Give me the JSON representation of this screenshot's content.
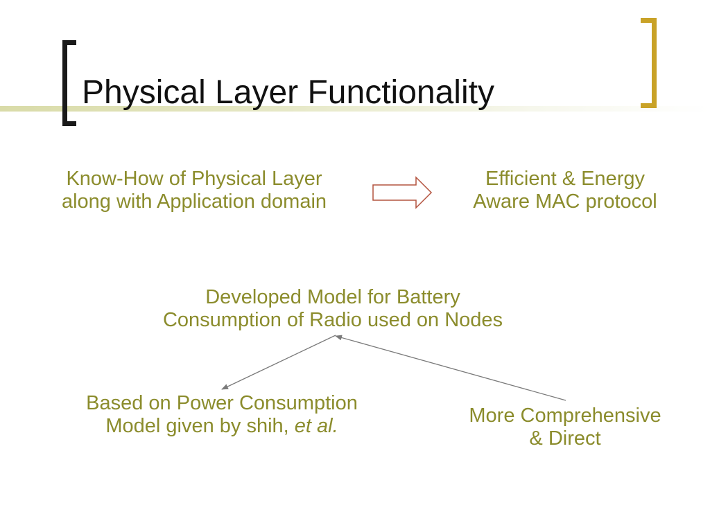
{
  "slide": {
    "title": "Physical Layer Functionality"
  },
  "colors": {
    "text": "#8b8c2c",
    "title": "#111111",
    "left_bracket": "#1a1a1a",
    "right_bracket": "#c9a227",
    "arrow_outline": "#b4533f",
    "connector": "#7a7a7a"
  },
  "nodes": {
    "know_how": {
      "line1": "Know-How of Physical Layer",
      "line2": "along with Application domain"
    },
    "efficient": {
      "line1": "Efficient & Energy",
      "line2": "Aware MAC protocol"
    },
    "developed": {
      "line1": "Developed Model for Battery",
      "line2": "Consumption of Radio used on Nodes"
    },
    "based_on": {
      "line1": "Based on Power Consumption",
      "line2_prefix": "Model given by shih, ",
      "line2_italic": "et al."
    },
    "more": {
      "line1": "More Comprehensive",
      "line2": "& Direct"
    }
  },
  "edges": [
    {
      "from": "know_how",
      "to": "efficient",
      "style": "block-arrow"
    },
    {
      "from": "developed",
      "to": "based_on",
      "style": "line-arrow"
    },
    {
      "from": "more",
      "to": "developed",
      "style": "line-arrow"
    }
  ]
}
